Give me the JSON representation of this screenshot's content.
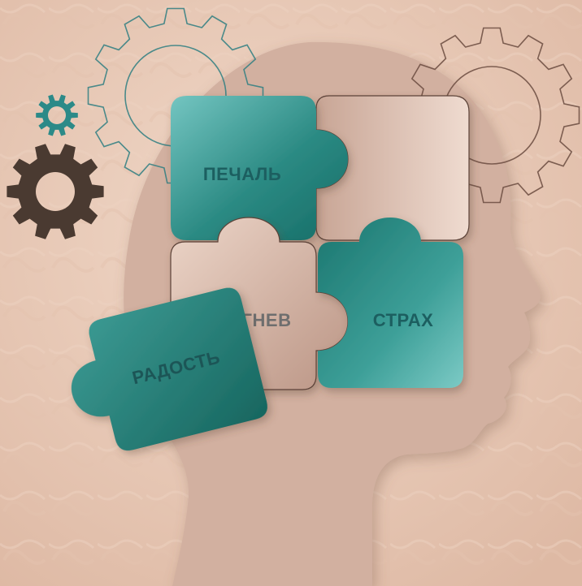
{
  "puzzle": {
    "pieces": [
      {
        "name": "puzzle-piece-sadness",
        "label": "ПЕЧАЛЬ"
      },
      {
        "name": "puzzle-piece-anger",
        "label": "ГНЕВ"
      },
      {
        "name": "puzzle-piece-fear",
        "label": "СТРАХ"
      },
      {
        "name": "puzzle-piece-joy",
        "label": "РАДОСТЬ"
      }
    ]
  },
  "colors": {
    "background": "#e8c8b4",
    "head": "#d2b0a0",
    "teal_light": "#74c5c1",
    "teal_dark": "#1b766f",
    "beige_light": "#e9d0c3",
    "beige_dark": "#c09b8c",
    "gear_dark": "#4a3a31",
    "gear_teal": "#2c8a88",
    "label_teal": "#1e5e60",
    "label_gray": "#6e6e6e"
  },
  "icons": [
    "gear-outline-icon",
    "gear-solid-icon",
    "gear-small-icon",
    "human-head-silhouette"
  ]
}
